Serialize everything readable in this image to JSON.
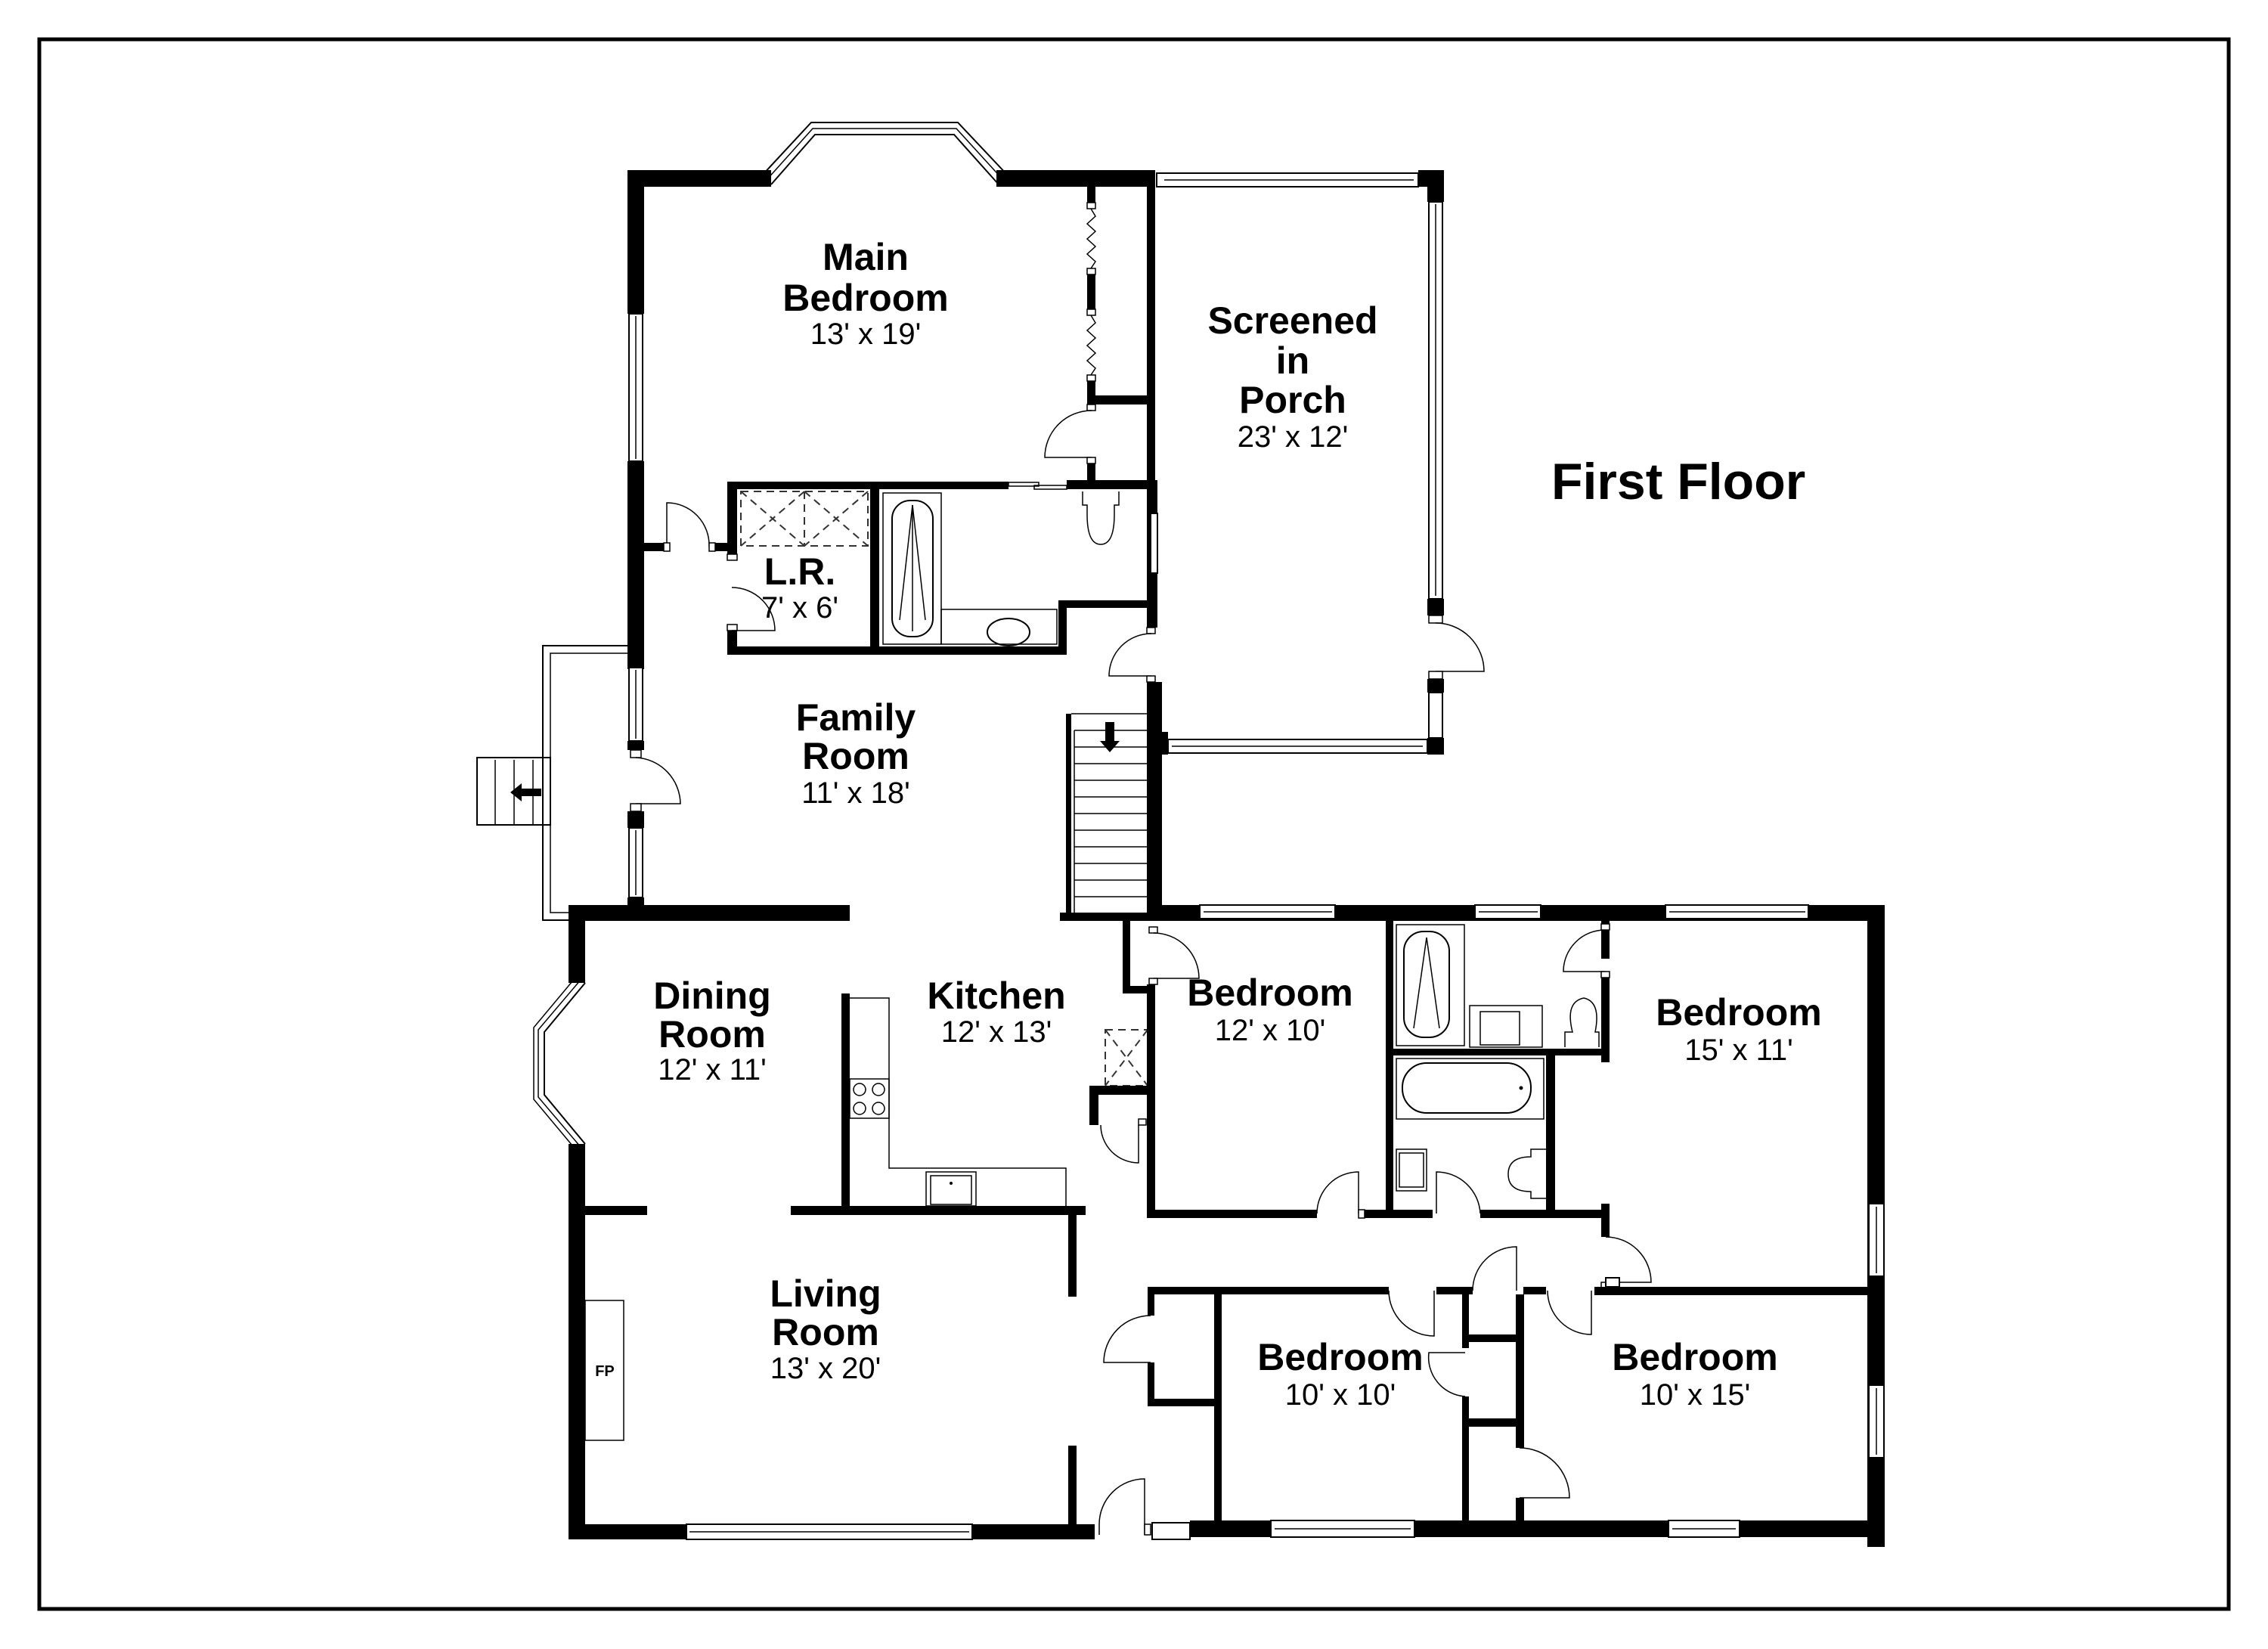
{
  "title": "First Floor",
  "rooms": {
    "main_bedroom": {
      "name_line1": "Main",
      "name_line2": "Bedroom",
      "dimensions": "13' x 19'"
    },
    "screened_porch": {
      "name_line1": "Screened",
      "name_line2": "in",
      "name_line3": "Porch",
      "dimensions": "23' x 12'"
    },
    "laundry": {
      "name": "L.R.",
      "dimensions": "7' x 6'"
    },
    "family_room": {
      "name_line1": "Family",
      "name_line2": "Room",
      "dimensions": "11' x 18'"
    },
    "dining_room": {
      "name_line1": "Dining",
      "name_line2": "Room",
      "dimensions": "12' x 11'"
    },
    "kitchen": {
      "name": "Kitchen",
      "dimensions": "12' x 13'"
    },
    "living_room": {
      "name_line1": "Living",
      "name_line2": "Room",
      "dimensions": "13' x 20'"
    },
    "bedroom_a": {
      "name": "Bedroom",
      "dimensions": "12' x 10'"
    },
    "bedroom_b": {
      "name": "Bedroom",
      "dimensions": "15' x 11'"
    },
    "bedroom_c": {
      "name": "Bedroom",
      "dimensions": "10' x 10'"
    },
    "bedroom_d": {
      "name": "Bedroom",
      "dimensions": "10' x 15'"
    }
  },
  "fixtures": {
    "fireplace_label": "FP"
  },
  "colors": {
    "wall": "#000000",
    "background": "#ffffff"
  }
}
